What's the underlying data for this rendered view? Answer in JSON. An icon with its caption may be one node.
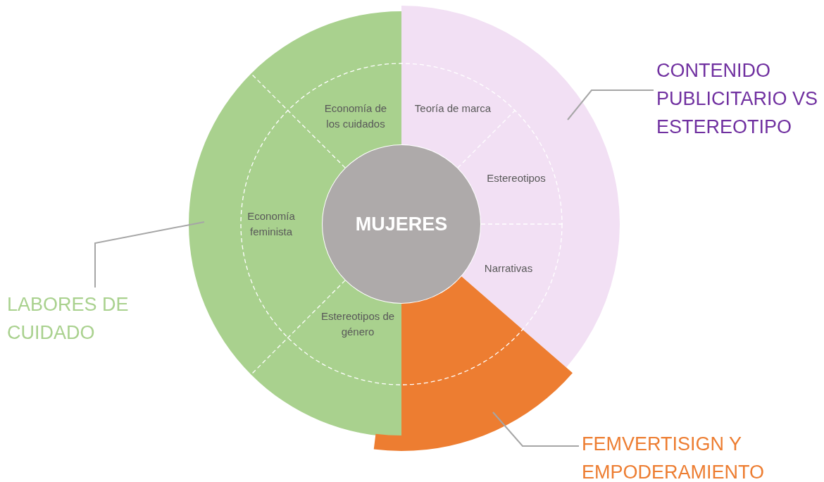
{
  "diagram": {
    "nodes": [
      {
        "text": [],
        "shape": "sector"
      },
      {
        "text": [
          "Teoría de marca"
        ],
        "in": 0
      },
      {
        "text": [
          "Estereotipos"
        ],
        "in": 0
      },
      {
        "text": [
          "Narrativas"
        ],
        "in": 0
      },
      {
        "text": [],
        "shape": "sector"
      },
      {
        "text": [
          "Economía de los cuidados"
        ],
        "in": 4
      },
      {
        "text": [
          "Economía feminista"
        ],
        "in": 4
      },
      {
        "text": [
          "Estereotipos de género"
        ],
        "in": 4
      },
      {
        "text": [],
        "shape": "sector"
      },
      {
        "text": [
          "MUJERES"
        ]
      },
      {
        "text": [
          "CONTENIDO PUBLICITARIO VS ESTEREOTIPO"
        ]
      },
      {
        "text": [
          "LABORES DE CUIDADO"
        ]
      },
      {
        "text": [
          "FEMVERTISIGN Y EMPODERAMIENTO"
        ]
      }
    ],
    "edges": [
      {
        "from": 10,
        "to": 0,
        "arrow": "none"
      },
      {
        "from": 11,
        "to": 4,
        "arrow": "none"
      },
      {
        "from": 12,
        "to": 8,
        "arrow": "none"
      }
    ]
  }
}
